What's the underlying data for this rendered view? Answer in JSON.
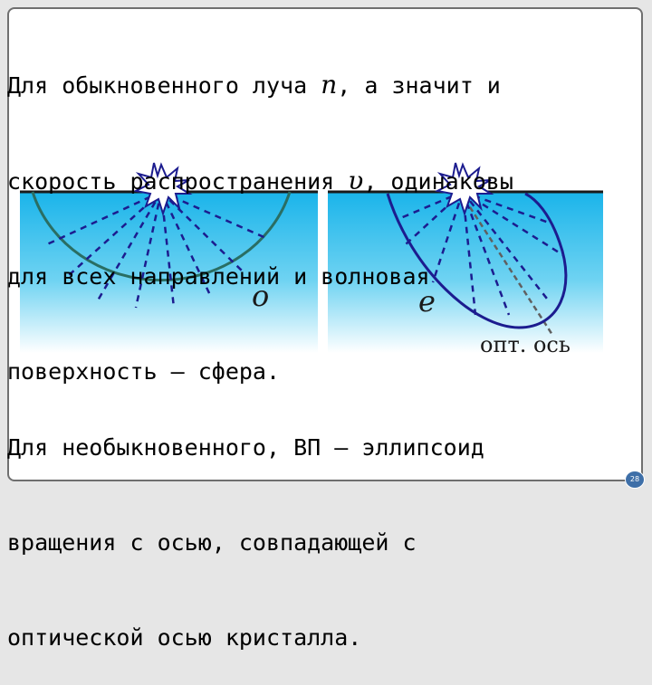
{
  "top_text": {
    "line1_a": "Для обыкновенного луча ",
    "line1_sym": "n",
    "line1_b": ", а значит и",
    "line2_a": "скорость распространения ",
    "line2_sym": "υ",
    "line2_b": ", одинаковы",
    "line3": "для всех направлений и волновая",
    "line4": "поверхность – сфера."
  },
  "diagram": {
    "label_o": "o",
    "label_e": "e",
    "label_axis": "опт. ось",
    "colors": {
      "water_top": "#1ab4ea",
      "water_bottom": "#ffffff",
      "sphere": "#2a6e63",
      "ellipse": "#1c1c8f",
      "rays": "#1c1c8f",
      "axis": "#606060",
      "surface": "#1a1a1a"
    }
  },
  "bottom_text": {
    "line1": "Для необыкновенного, ВП – эллипсоид",
    "line2": "вращения с осью, совпадающей с",
    "line3": "оптической осью кристалла."
  },
  "page_number": "28"
}
